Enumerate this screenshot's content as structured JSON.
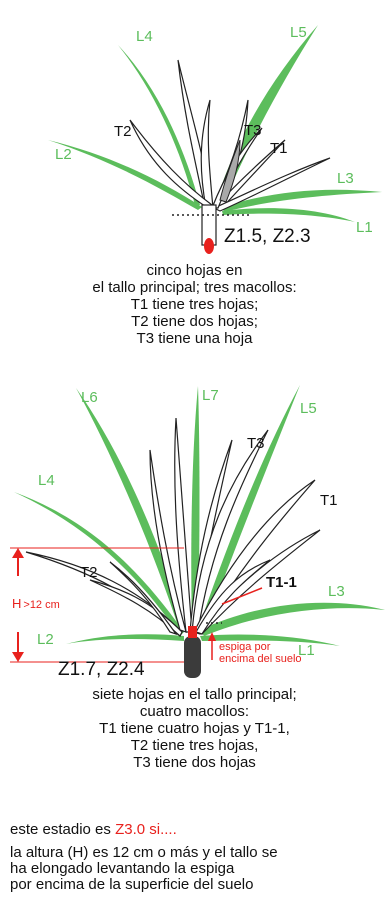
{
  "colors": {
    "green": "#5cbd5c",
    "red": "#e8211d",
    "gray": "#a9a9a9",
    "text": "#111111"
  },
  "stage1": {
    "leaves": {
      "L1": "L1",
      "L2": "L2",
      "L3": "L3",
      "L4": "L4",
      "L5": "L5"
    },
    "tillers": {
      "T1": "T1",
      "T2": "T2",
      "T3": "T3"
    },
    "code": "Z1.5, Z2.3",
    "caption": [
      "cinco hojas en",
      "el tallo principal; tres macollos:",
      "T1 tiene tres hojas;",
      "T2 tiene dos hojas;",
      "T3 tiene una hoja"
    ]
  },
  "stage2": {
    "leaves": {
      "L1": "L1",
      "L2": "L2",
      "L3": "L3",
      "L4": "L4",
      "L5": "L5",
      "L6": "L6",
      "L7": "L7"
    },
    "tillers": {
      "T1": "T1",
      "T2": "T2",
      "T3": "T3",
      "T1_1": "T1-1"
    },
    "height": {
      "label": "H",
      "value": ">12 cm"
    },
    "spike_note": [
      "espiga por",
      "encima del suelo"
    ],
    "code": "Z1.7, Z2.4",
    "caption": [
      "siete hojas en el tallo principal;",
      "cuatro macollos:",
      "T1 tiene cuatro hojas y T1-1,",
      "T2 tiene tres hojas,",
      "T3 tiene dos hojas"
    ]
  },
  "footer": {
    "intro": "este estadio es ",
    "stage": "Z3.0 si....",
    "lines": [
      "la altura (H) es 12 cm o más y el tallo se",
      "ha elongado levantando la espiga",
      "por encima de la superficie del suelo"
    ]
  }
}
